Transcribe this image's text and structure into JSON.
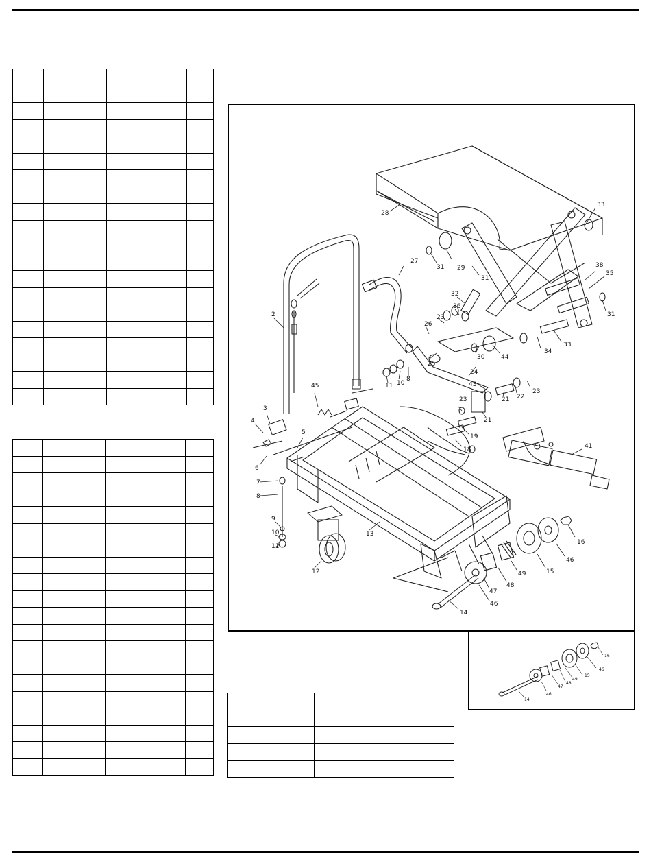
{
  "diagram": {
    "callouts": [
      {
        "label": "28"
      },
      {
        "label": "33"
      },
      {
        "label": "27"
      },
      {
        "label": "31"
      },
      {
        "label": "29"
      },
      {
        "label": "31"
      },
      {
        "label": "32"
      },
      {
        "label": "36"
      },
      {
        "label": "23"
      },
      {
        "label": "26"
      },
      {
        "label": "25"
      },
      {
        "label": "30"
      },
      {
        "label": "44"
      },
      {
        "label": "38"
      },
      {
        "label": "35"
      },
      {
        "label": "31"
      },
      {
        "label": "33"
      },
      {
        "label": "34"
      },
      {
        "label": "2"
      },
      {
        "label": "24"
      },
      {
        "label": "43"
      },
      {
        "label": "11"
      },
      {
        "label": "10"
      },
      {
        "label": "8"
      },
      {
        "label": "21"
      },
      {
        "label": "22"
      },
      {
        "label": "23"
      },
      {
        "label": "23"
      },
      {
        "label": "21"
      },
      {
        "label": "45"
      },
      {
        "label": "3"
      },
      {
        "label": "4"
      },
      {
        "label": "5"
      },
      {
        "label": "6"
      },
      {
        "label": "19"
      },
      {
        "label": "18"
      },
      {
        "label": "41"
      },
      {
        "label": "7"
      },
      {
        "label": "8"
      },
      {
        "label": "9"
      },
      {
        "label": "10"
      },
      {
        "label": "11"
      },
      {
        "label": "12"
      },
      {
        "label": "13"
      },
      {
        "label": "16"
      },
      {
        "label": "46"
      },
      {
        "label": "15"
      },
      {
        "label": "49"
      },
      {
        "label": "48"
      },
      {
        "label": "47"
      },
      {
        "label": "46"
      },
      {
        "label": "14"
      }
    ]
  },
  "inset": {
    "callouts": [
      {
        "label": "16"
      },
      {
        "label": "46"
      },
      {
        "label": "15"
      },
      {
        "label": "49"
      },
      {
        "label": "48"
      },
      {
        "label": "47"
      },
      {
        "label": "46"
      },
      {
        "label": "14"
      }
    ]
  }
}
